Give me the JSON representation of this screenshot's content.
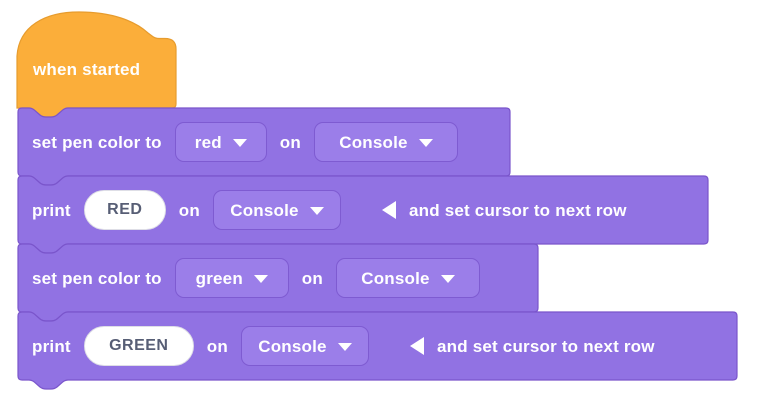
{
  "palette": {
    "canvas_background": "#FFFFFF",
    "hat_fill": "#FBAE3A",
    "hat_border": "#E79C2E",
    "block_fill": "#9172E3",
    "block_border": "#7A55CB",
    "field_fill": "#9B7EE9",
    "field_border": "#7E5BD1",
    "pill_background": "#FFFFFF",
    "pill_text_color": "#575E75",
    "label_text_color": "#FFFFFF"
  },
  "blocks": {
    "hat": {
      "label": "when started"
    },
    "set_pen_red": {
      "label_1": "set pen color to",
      "color_value": "red",
      "label_2": "on",
      "target_value": "Console"
    },
    "print_red": {
      "label_1": "print",
      "value": "RED",
      "label_2": "on",
      "target_value": "Console",
      "collapse_icon": "left-triangle",
      "label_3": "and set cursor to next row"
    },
    "set_pen_green": {
      "label_1": "set pen color to",
      "color_value": "green",
      "label_2": "on",
      "target_value": "Console"
    },
    "print_green": {
      "label_1": "print",
      "value": "GREEN",
      "label_2": "on",
      "target_value": "Console",
      "collapse_icon": "left-triangle",
      "label_3": "and set cursor to next row"
    }
  }
}
